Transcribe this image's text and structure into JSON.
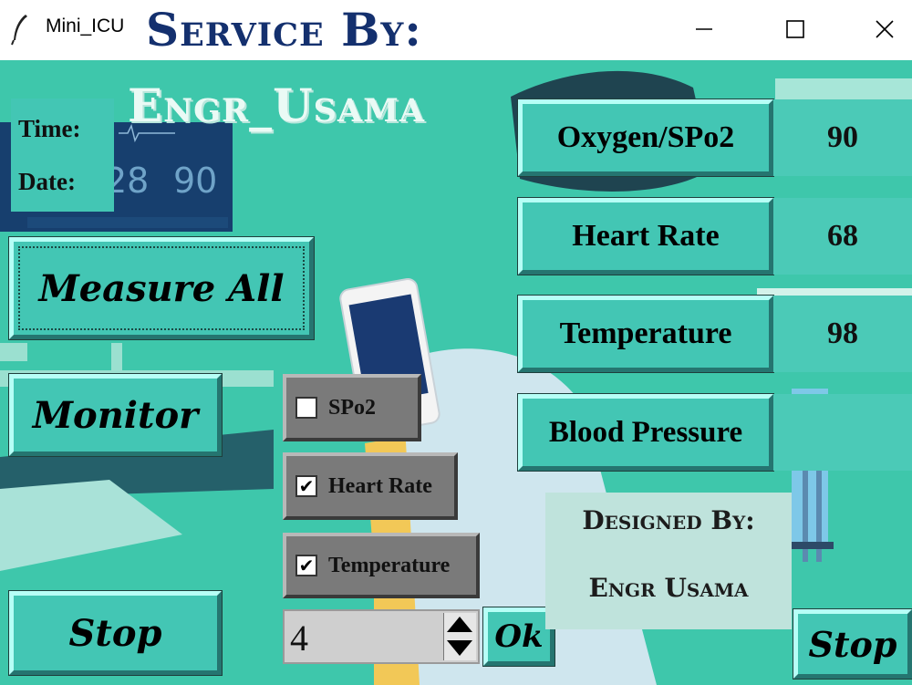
{
  "window": {
    "title": "Mini_ICU"
  },
  "header": {
    "service_by": "Service By:",
    "engineer": "Engr_Usama"
  },
  "clock": {
    "time_label": "Time:",
    "date_label": "Date:"
  },
  "buttons": {
    "measure_all": "Measure All",
    "monitor": "Monitor",
    "stop_left": "Stop",
    "stop_right": "Stop",
    "ok": "Ok"
  },
  "readings": [
    {
      "label": "Oxygen/SPo2",
      "value": "90"
    },
    {
      "label": "Heart Rate",
      "value": "68"
    },
    {
      "label": "Temperature",
      "value": "98"
    },
    {
      "label": "Blood Pressure",
      "value": ""
    }
  ],
  "checks": [
    {
      "label": "SPo2",
      "checked": false,
      "mark": ""
    },
    {
      "label": "Heart Rate",
      "checked": true,
      "mark": "✔"
    },
    {
      "label": "Temperature",
      "checked": true,
      "mark": "✔"
    }
  ],
  "spinbox": {
    "value": "4"
  },
  "credits": {
    "designed_by": "Designed By:",
    "name": "Engr Usama"
  },
  "colors": {
    "background": "#3ec7ab",
    "button": "#43c6b4",
    "title_blue": "#14306e"
  }
}
